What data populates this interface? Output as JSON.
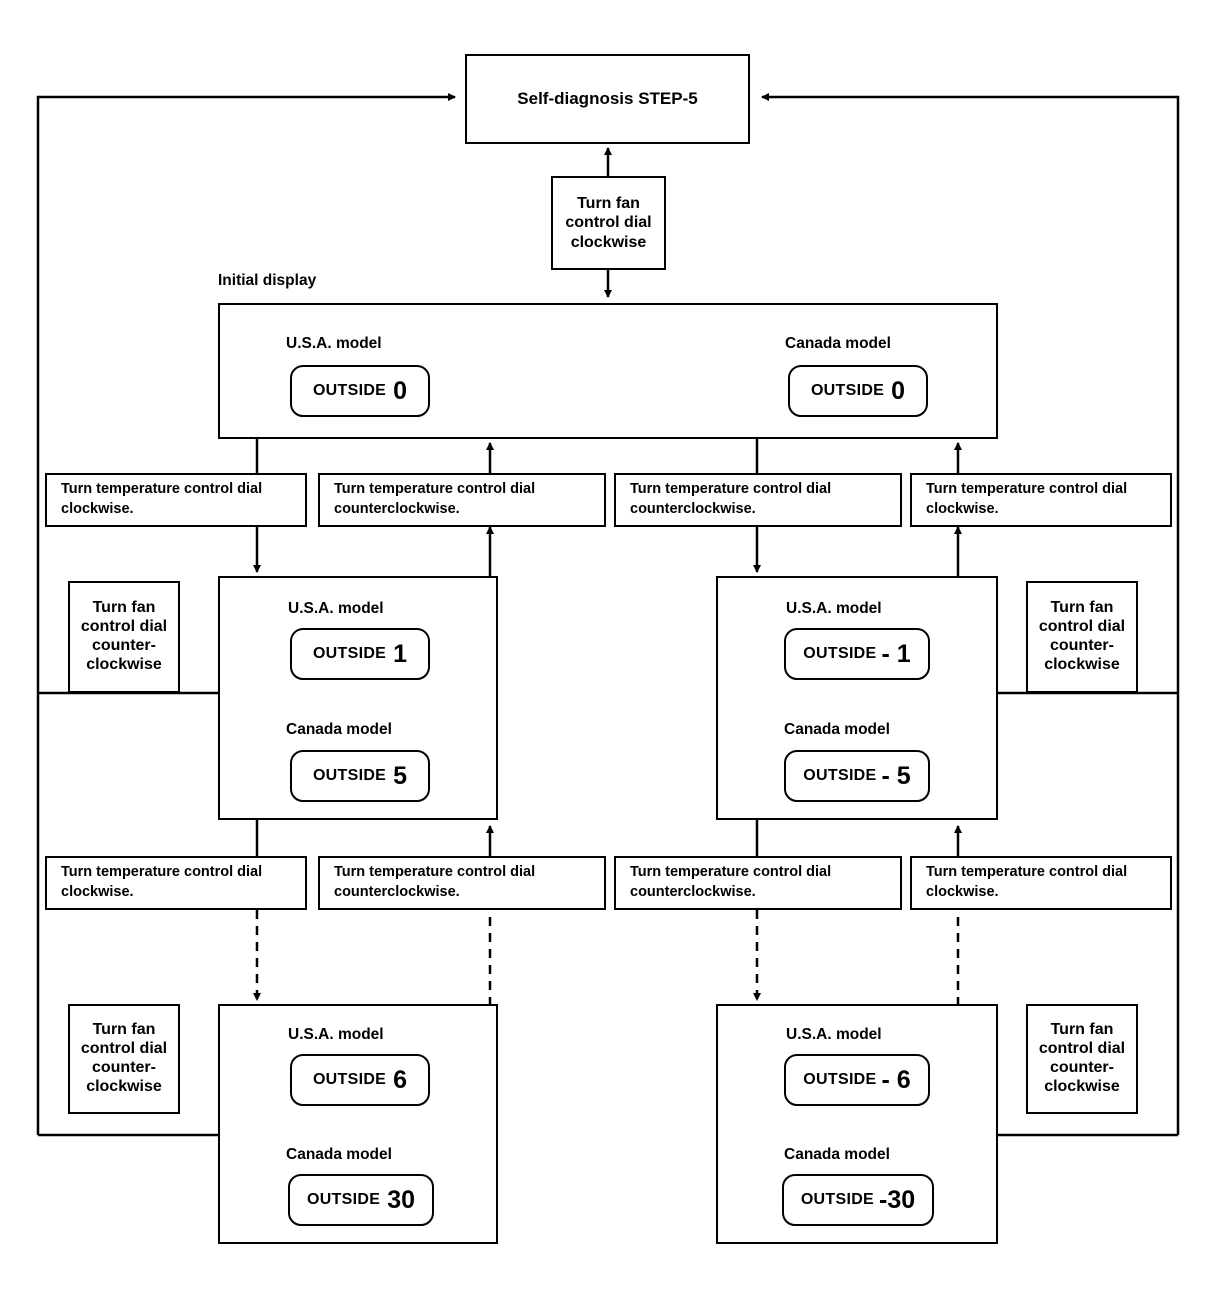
{
  "diagram": {
    "title": "Self-diagnosis STEP-5",
    "initial_display_caption": "Initial display",
    "usa_label": "U.S.A. model",
    "canada_label": "Canada model",
    "lcd_word": "OUTSIDE"
  },
  "steps": {
    "fan_clockwise": "Turn fan\ncontrol dial\nclockwise",
    "fan_counterclockwise": "Turn fan\ncontrol dial\ncounter-\nclockwise",
    "temp_clockwise": "Turn temperature control dial\nclockwise.",
    "temp_counterclockwise": "Turn temperature control dial\ncounterclockwise."
  },
  "rows": [
    {
      "name": "initial-display",
      "caption": "Initial display",
      "displays": [
        {
          "model": "U.S.A. model",
          "word": "OUTSIDE",
          "value": "0"
        },
        {
          "model": "Canada model",
          "word": "OUTSIDE",
          "value": "0"
        }
      ]
    },
    {
      "name": "step-1",
      "left_panel": [
        {
          "model": "U.S.A. model",
          "word": "OUTSIDE",
          "value": "1"
        },
        {
          "model": "Canada model",
          "word": "OUTSIDE",
          "value": "5"
        }
      ],
      "right_panel": [
        {
          "model": "U.S.A. model",
          "word": "OUTSIDE",
          "value": "- 1"
        },
        {
          "model": "Canada model",
          "word": "OUTSIDE",
          "value": "- 5"
        }
      ]
    },
    {
      "name": "step-max",
      "left_panel": [
        {
          "model": "U.S.A. model",
          "word": "OUTSIDE",
          "value": "6"
        },
        {
          "model": "Canada model",
          "word": "OUTSIDE",
          "value": "30"
        }
      ],
      "right_panel": [
        {
          "model": "U.S.A. model",
          "word": "OUTSIDE",
          "value": "- 6"
        },
        {
          "model": "Canada model",
          "word": "OUTSIDE",
          "value": "-30"
        }
      ]
    }
  ],
  "instruction_bars": {
    "row1": [
      "Turn temperature control dial\nclockwise.",
      "Turn temperature control dial\ncounterclockwise.",
      "Turn temperature control dial\ncounterclockwise.",
      "Turn temperature control dial\nclockwise."
    ],
    "row2": [
      "Turn temperature control dial\nclockwise.",
      "Turn temperature control dial\ncounterclockwise.",
      "Turn temperature control dial\ncounterclockwise.",
      "Turn temperature control dial\nclockwise."
    ]
  },
  "fan_return_boxes": [
    "Turn fan\ncontrol dial\ncounter-\nclockwise",
    "Turn fan\ncontrol dial\ncounter-\nclockwise",
    "Turn fan\ncontrol dial\ncounter-\nclockwise",
    "Turn fan\ncontrol dial\ncounter-\nclockwise"
  ],
  "colors": {
    "line": "#000000",
    "background": "#ffffff",
    "text": "#000000"
  }
}
